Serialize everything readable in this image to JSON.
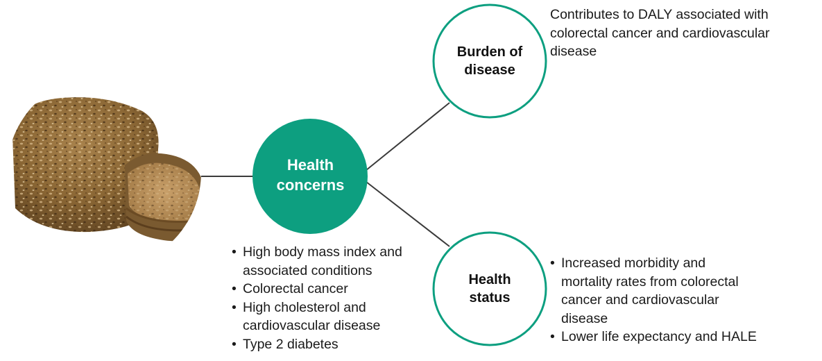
{
  "nodes": {
    "main": {
      "label_line1": "Health",
      "label_line2": "concerns"
    },
    "burden": {
      "label_line1": "Burden of",
      "label_line2": "disease"
    },
    "status": {
      "label_line1": "Health",
      "label_line2": "status"
    }
  },
  "texts": {
    "burden_desc": "Contributes to DALY associated with colorectal cancer and cardiovascular disease"
  },
  "concerns_list": [
    "High body mass index and associated conditions",
    "Colorectal cancer",
    "High cholesterol and cardiovascular disease",
    "Type 2 diabetes"
  ],
  "status_list": [
    "Increased morbidity and mortality rates from colorectal cancer and cardiovascular disease",
    "Lower life expectancy and HALE"
  ],
  "colors": {
    "accent": "#0d9f80",
    "line": "#3a3a3a",
    "circle_fill": "#ffffff"
  },
  "image": {
    "depicts": "bread-loaf"
  }
}
